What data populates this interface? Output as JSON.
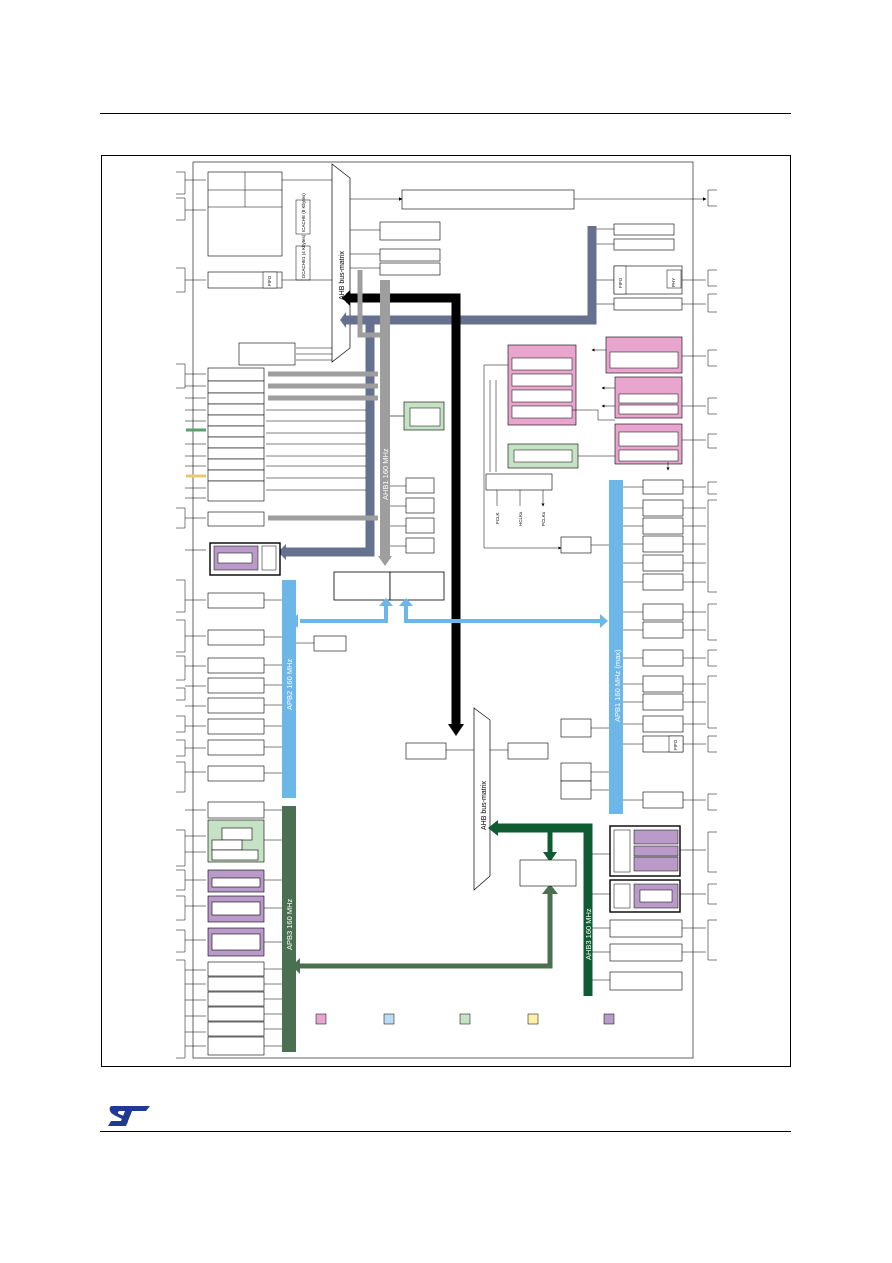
{
  "buses": {
    "ahb1": "AHB1 160 MHz",
    "apb1": "APB1 160 MHz (max)",
    "apb2": "APB2 160 MHz",
    "apb3": "APB3 160 MHz",
    "ahb3": "AHB3 160 MHz"
  },
  "bus_matrix": {
    "top": "AHB bus-matrix",
    "bottom": "AHB bus-matrix"
  },
  "cache_blocks": {
    "dcache": "DCACHE1 (4 Kbytes)",
    "icache": "ICACHE (8 Kbytes)"
  },
  "fifo_labels": [
    "FIFO",
    "FIFO",
    "FIFO"
  ],
  "phy_label": "PHY",
  "clock_outputs": [
    "FCLK",
    "HCLKx",
    "PCLKx"
  ],
  "legend": {
    "colors": [
      "#e8a6cf",
      "#bcdcf2",
      "#c6e2c4",
      "#fff0a8",
      "#b99ac8"
    ]
  },
  "logo": "ST",
  "colors": {
    "ahb1_bus": "#9e9e9e",
    "apb1_bus": "#6cb6e8",
    "apb2_bus": "#6cb6e8",
    "apb3_bus": "#3e6b46",
    "ahb3_bus": "#0f5c32",
    "matrix_path": "#000000",
    "slate_path": "#66718f"
  }
}
